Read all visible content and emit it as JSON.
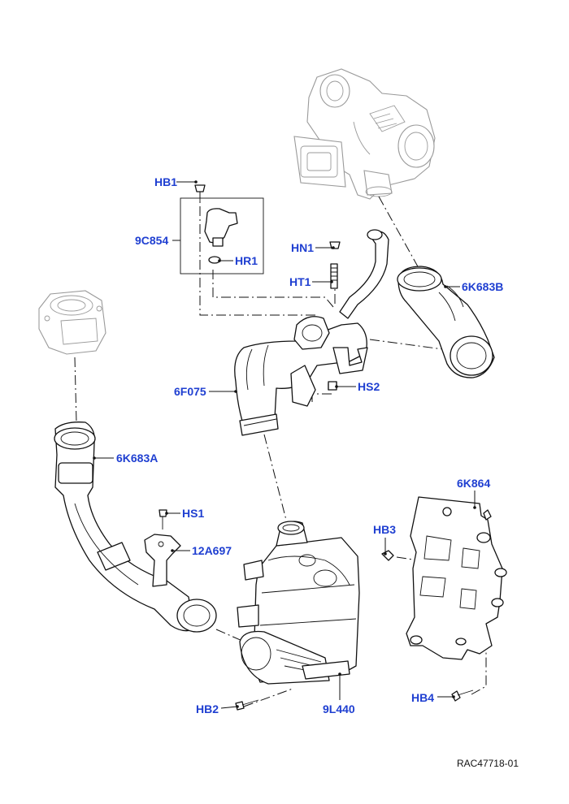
{
  "callouts": {
    "hb1": "HB1",
    "p9c854": "9C854",
    "hr1": "HR1",
    "hn1": "HN1",
    "ht1": "HT1",
    "p6k683b": "6K683B",
    "p6f075": "6F075",
    "hs2": "HS2",
    "p6k683a": "6K683A",
    "hs1": "HS1",
    "p12a697": "12A697",
    "p6k864": "6K864",
    "hb3": "HB3",
    "hb2": "HB2",
    "p9l440": "9L440",
    "hb4": "HB4"
  },
  "reference": "RAC47718-01",
  "colors": {
    "callout": "#1f3fd1",
    "line": "#111111",
    "ghost": "#9a9a9a"
  }
}
